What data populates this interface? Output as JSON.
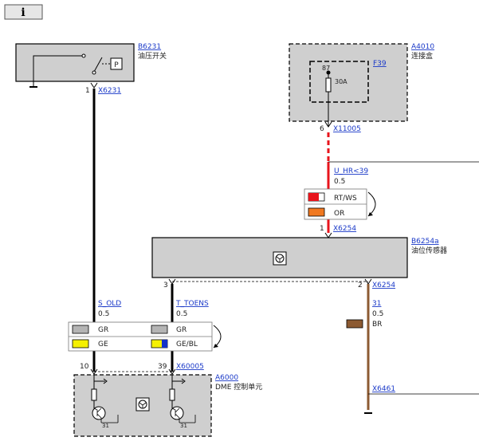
{
  "info_button": {
    "label": "i"
  },
  "components": {
    "b6231": {
      "code": "B6231",
      "name": "油压开关",
      "switch_label": "P"
    },
    "a4010": {
      "code": "A4010",
      "name": "连接盒",
      "fuse_code": "F39",
      "fuse_pin": "87",
      "fuse_rating": "30A"
    },
    "b6254a": {
      "code": "B6254a",
      "name": "油位传感器"
    },
    "a6000": {
      "code": "A6000",
      "name": "DME 控制单元",
      "transistor_pin_left": "31",
      "transistor_pin_right": "31"
    }
  },
  "connectors": {
    "x6231": {
      "code": "X6231",
      "pin": "1"
    },
    "x11005": {
      "code": "X11005",
      "pin": "6"
    },
    "x6254_top": {
      "code": "X6254",
      "pin": "1"
    },
    "x6254_left": {
      "pin": "3"
    },
    "x6254_right": {
      "code": "X6254",
      "pin": "2"
    },
    "x60005": {
      "code": "X60005",
      "pin_left": "10",
      "pin_right": "39"
    },
    "x6461": {
      "code": "X6461"
    }
  },
  "wires": {
    "u_hr": {
      "signal": "U_HR<39",
      "size": "0.5"
    },
    "s_old": {
      "signal": "S_OLD",
      "size": "0.5"
    },
    "t_toens": {
      "signal": "T_TOENS",
      "size": "0.5"
    },
    "ground_31": {
      "signal": "31",
      "size": "0.5",
      "color_code": "BR"
    }
  },
  "color_legend_top": [
    {
      "code": "RT/WS",
      "swatch": "#e8141c",
      "swatch2": "#ffffff"
    },
    {
      "code": "OR",
      "swatch": "#f07820"
    }
  ],
  "color_legend_bottom": [
    {
      "code_left": "GR",
      "swatch_left": "#b4b4b4",
      "code_right": "GR",
      "swatch_right": "#b4b4b4"
    },
    {
      "code_left": "GE",
      "swatch_left": "#f5f000",
      "code_right": "GE/BL",
      "swatch_right": "#f5f000",
      "swatch_right2": "#1432c8"
    }
  ],
  "colors": {
    "box_fill": "#cfcfcf",
    "wire_black": "#000000",
    "wire_red": "#e8141c",
    "wire_brown": "#8c5a32",
    "link_blue": "#1a39c8"
  }
}
